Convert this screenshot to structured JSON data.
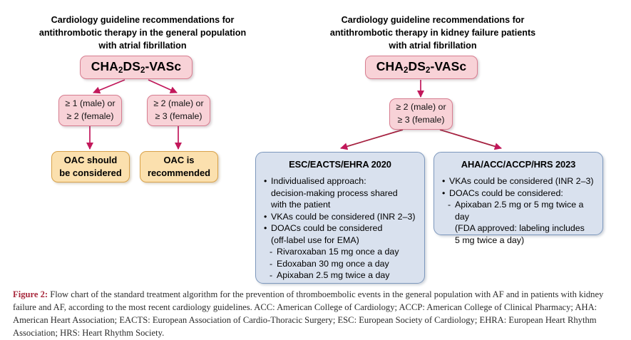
{
  "figure": {
    "background": "#ffffff",
    "palette": {
      "pink_fill": "#f8d2d7",
      "pink_border": "#d77d90",
      "orange_fill": "#fbe0ae",
      "orange_border": "#d9a24a",
      "blue_fill": "#d9e1ee",
      "blue_border": "#7d98bd",
      "arrow": "#c2185b",
      "caption_label": "#a8283c"
    }
  },
  "left_panel": {
    "heading": "Cardiology guideline recommendations for\nantithrombotic therapy in the general population\nwith atrial fibrillation",
    "root": {
      "prefix": "CHA",
      "sub1": "2",
      "mid": "DS",
      "sub2": "2",
      "suffix": "-VASc"
    },
    "criteria": [
      {
        "line1": "≥ 1 (male) or",
        "line2": "≥ 2 (female)"
      },
      {
        "line1": "≥ 2 (male) or",
        "line2": "≥ 3 (female)"
      }
    ],
    "outcomes": [
      {
        "line1": "OAC should",
        "line2": "be considered"
      },
      {
        "line1": "OAC is",
        "line2": "recommended"
      }
    ]
  },
  "right_panel": {
    "heading": "Cardiology guideline recommendations for\nantithrombotic therapy in kidney failure patients\nwith atrial fibrillation",
    "root": {
      "prefix": "CHA",
      "sub1": "2",
      "mid": "DS",
      "sub2": "2",
      "suffix": "-VASc"
    },
    "criteria": {
      "line1": "≥ 2 (male) or",
      "line2": "≥ 3 (female)"
    },
    "guidelines": [
      {
        "title": "ESC/EACTS/EHRA 2020",
        "items": [
          {
            "type": "bullet",
            "text": "Individualised approach:"
          },
          {
            "type": "plain",
            "text": "decision-making process shared"
          },
          {
            "type": "plain",
            "text": "with the patient"
          },
          {
            "type": "bullet",
            "text": "VKAs could be considered (INR 2–3)"
          },
          {
            "type": "bullet",
            "text": "DOACs could be considered"
          },
          {
            "type": "plain",
            "text": "(off-label use for EMA)"
          },
          {
            "type": "dash",
            "text": "Rivaroxaban 15 mg once a day"
          },
          {
            "type": "dash",
            "text": "Edoxaban 30 mg once a day"
          },
          {
            "type": "dash",
            "text": "Apixaban 2.5 mg twice a day"
          }
        ]
      },
      {
        "title": "AHA/ACC/ACCP/HRS 2023",
        "items": [
          {
            "type": "bullet",
            "text": "VKAs could be considered (INR 2–3)"
          },
          {
            "type": "bullet",
            "text": "DOACs could be considered:"
          },
          {
            "type": "dash",
            "text": "Apixaban 2.5 mg or 5 mg twice a day"
          },
          {
            "type": "plain2",
            "text": "(FDA approved: labeling includes"
          },
          {
            "type": "plain2",
            "text": "5 mg twice a day)"
          }
        ]
      }
    ]
  },
  "caption": {
    "label": "Figure 2:",
    "text": " Flow chart of the standard treatment algorithm for the prevention of thromboembolic events in the general population with AF and in patients with kidney failure and AF, according to the most recent cardiology guidelines. ACC: American College of Cardiology; ACCP: American College of Clinical Pharmacy; AHA: American Heart Association; EACTS: European Association of Cardio-Thoracic Surgery; ESC: European Society of Cardiology; EHRA: European Heart Rhythm Association; HRS: Heart Rhythm Society."
  }
}
